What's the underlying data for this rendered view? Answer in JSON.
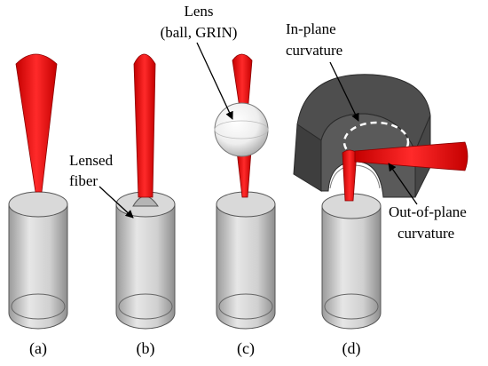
{
  "panels": [
    {
      "label": "(a)"
    },
    {
      "label": "(b)"
    },
    {
      "label": "(c)"
    },
    {
      "label": "(d)"
    }
  ],
  "annotations": {
    "lensed_fiber_line1": "Lensed",
    "lensed_fiber_line2": "fiber",
    "lens_line1": "Lens",
    "lens_line2": "(ball, GRIN)",
    "inplane_line1": "In-plane",
    "inplane_line2": "curvature",
    "outplane_line1": "Out-of-plane",
    "outplane_line2": "curvature"
  },
  "colors": {
    "beam": "#e01010",
    "fiber_body": "#cfcfcf",
    "fiber_shadow": "#8d8d8d",
    "fiber_end": "#bdbdbd",
    "block_dark": "#4a4a4a",
    "block_face": "#5f5f5f",
    "lens_sphere": "#f2f2f2",
    "dash_outline": "#ffffff"
  }
}
